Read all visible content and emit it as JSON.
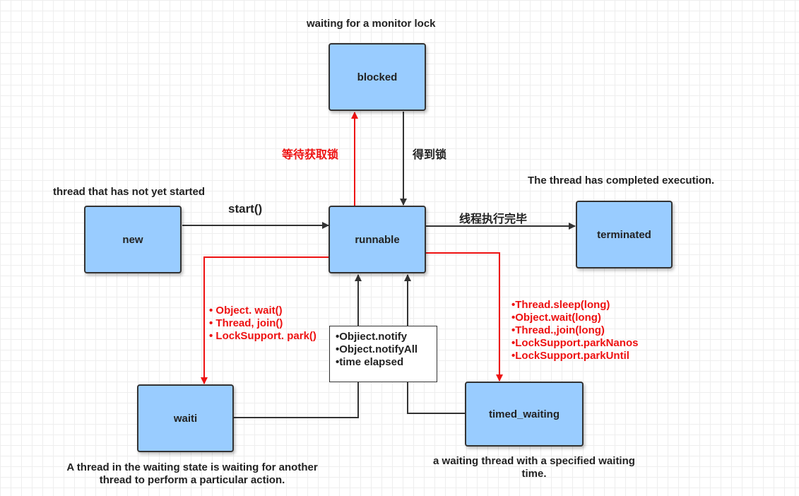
{
  "states": {
    "blocked": "blocked",
    "new": "new",
    "runnable": "runnable",
    "terminated": "terminated",
    "waiting": "waiti",
    "timed_waiting": "timed_waiting"
  },
  "captions": {
    "blocked": "waiting for a monitor lock",
    "new": "thread that has not yet started",
    "terminated": "The thread has completed execution.",
    "waiting": [
      "A thread in the waiting state is waiting for another",
      "thread to perform a particular action."
    ],
    "timed_waiting": [
      "a waiting thread with a specified waiting",
      "time."
    ]
  },
  "edges": {
    "start": "start()",
    "to_blocked": "等待获取锁",
    "from_blocked": "得到锁",
    "to_terminated": "线程执行完毕"
  },
  "wait_methods": [
    "• Object. wait()",
    "• Thread, join()",
    "• LockSupport. park()"
  ],
  "timed_wait_methods": [
    "•Thread.sleep(long)",
    "•Object.wait(long)",
    "•Thread.,join(long)",
    "•LockSupport.parkNanos",
    "•LockSupport.parkUntil"
  ],
  "notify_box": [
    "•Objiect.notify",
    "•Object.notifyAll",
    "•time elapsed"
  ],
  "colors": {
    "state_fill": "#99ccff",
    "arrow_black": "#333333",
    "arrow_red": "#ee1111"
  }
}
